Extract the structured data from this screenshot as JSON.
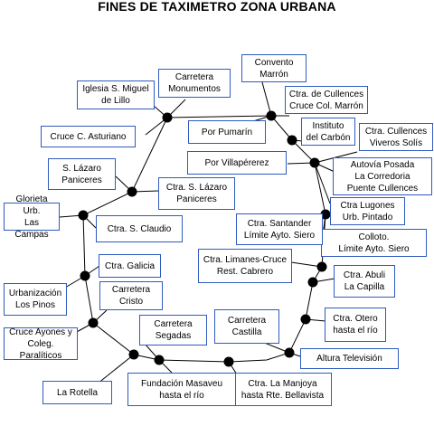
{
  "title": "FINES DE TAXIMETRO ZONA URBANA",
  "colors": {
    "box_border": "#2f5bbf",
    "line": "#000000",
    "node": "#000000"
  },
  "labels": {
    "iglesia": "Iglesia S. Miguel\nde Lillo",
    "carretera_monumentos": "Carretera\nMonumentos",
    "convento_marron": "Convento\nMarrón",
    "cullences_cruce": "Ctra. de Cullences\nCruce Col. Marrón",
    "instituto_carbon": "Instituto\ndel Carbón",
    "cullences_solis": "Ctra. Cullences\nViveros Solís",
    "autovia": "Autovía Posada\nLa Corredoria\nPuente Cullences",
    "lugones": "Ctra Lugones\nUrb. Pintado",
    "colloto": "Colloto.\nLímite Ayto. Siero",
    "abuli": "Ctra. Abuli\nLa Capilla",
    "otero": "Ctra. Otero\nhasta el río",
    "altura_television": "Altura Televisión",
    "manjoya": "Ctra. La Manjoya\nhasta Rte. Bellavista",
    "masaveu": "Fundación Masaveu\nhasta el río",
    "rotella": "La Rotella",
    "ayones": "Cruce Ayones y\nColeg. Paralíticos",
    "los_pinos": "Urbanización\nLos Pinos",
    "galicia": "Ctra. Galicia",
    "claudio": "Ctra. S. Claudio",
    "glorieta": "Glorieta Urb.\nLas Campas",
    "lazaro": "S. Lázaro\nPaniceres",
    "cruce_asturiano": "Cruce C. Asturiano",
    "por_pumarin": "Por Pumarín",
    "por_villaperez": "Por Villapérerez",
    "ctra_lazaro": "Ctra. S. Lázaro\nPaniceres",
    "santander": "Ctra. Santander\nLímite Ayto. Siero",
    "limanes": "Ctra. Limanes-Cruce\nRest. Cabrero",
    "carretera_cristo": "Carretera\nCristo",
    "carretera_segadas": "Carretera\nSegadas",
    "carretera_castilla": "Carretera\nCastilla"
  }
}
